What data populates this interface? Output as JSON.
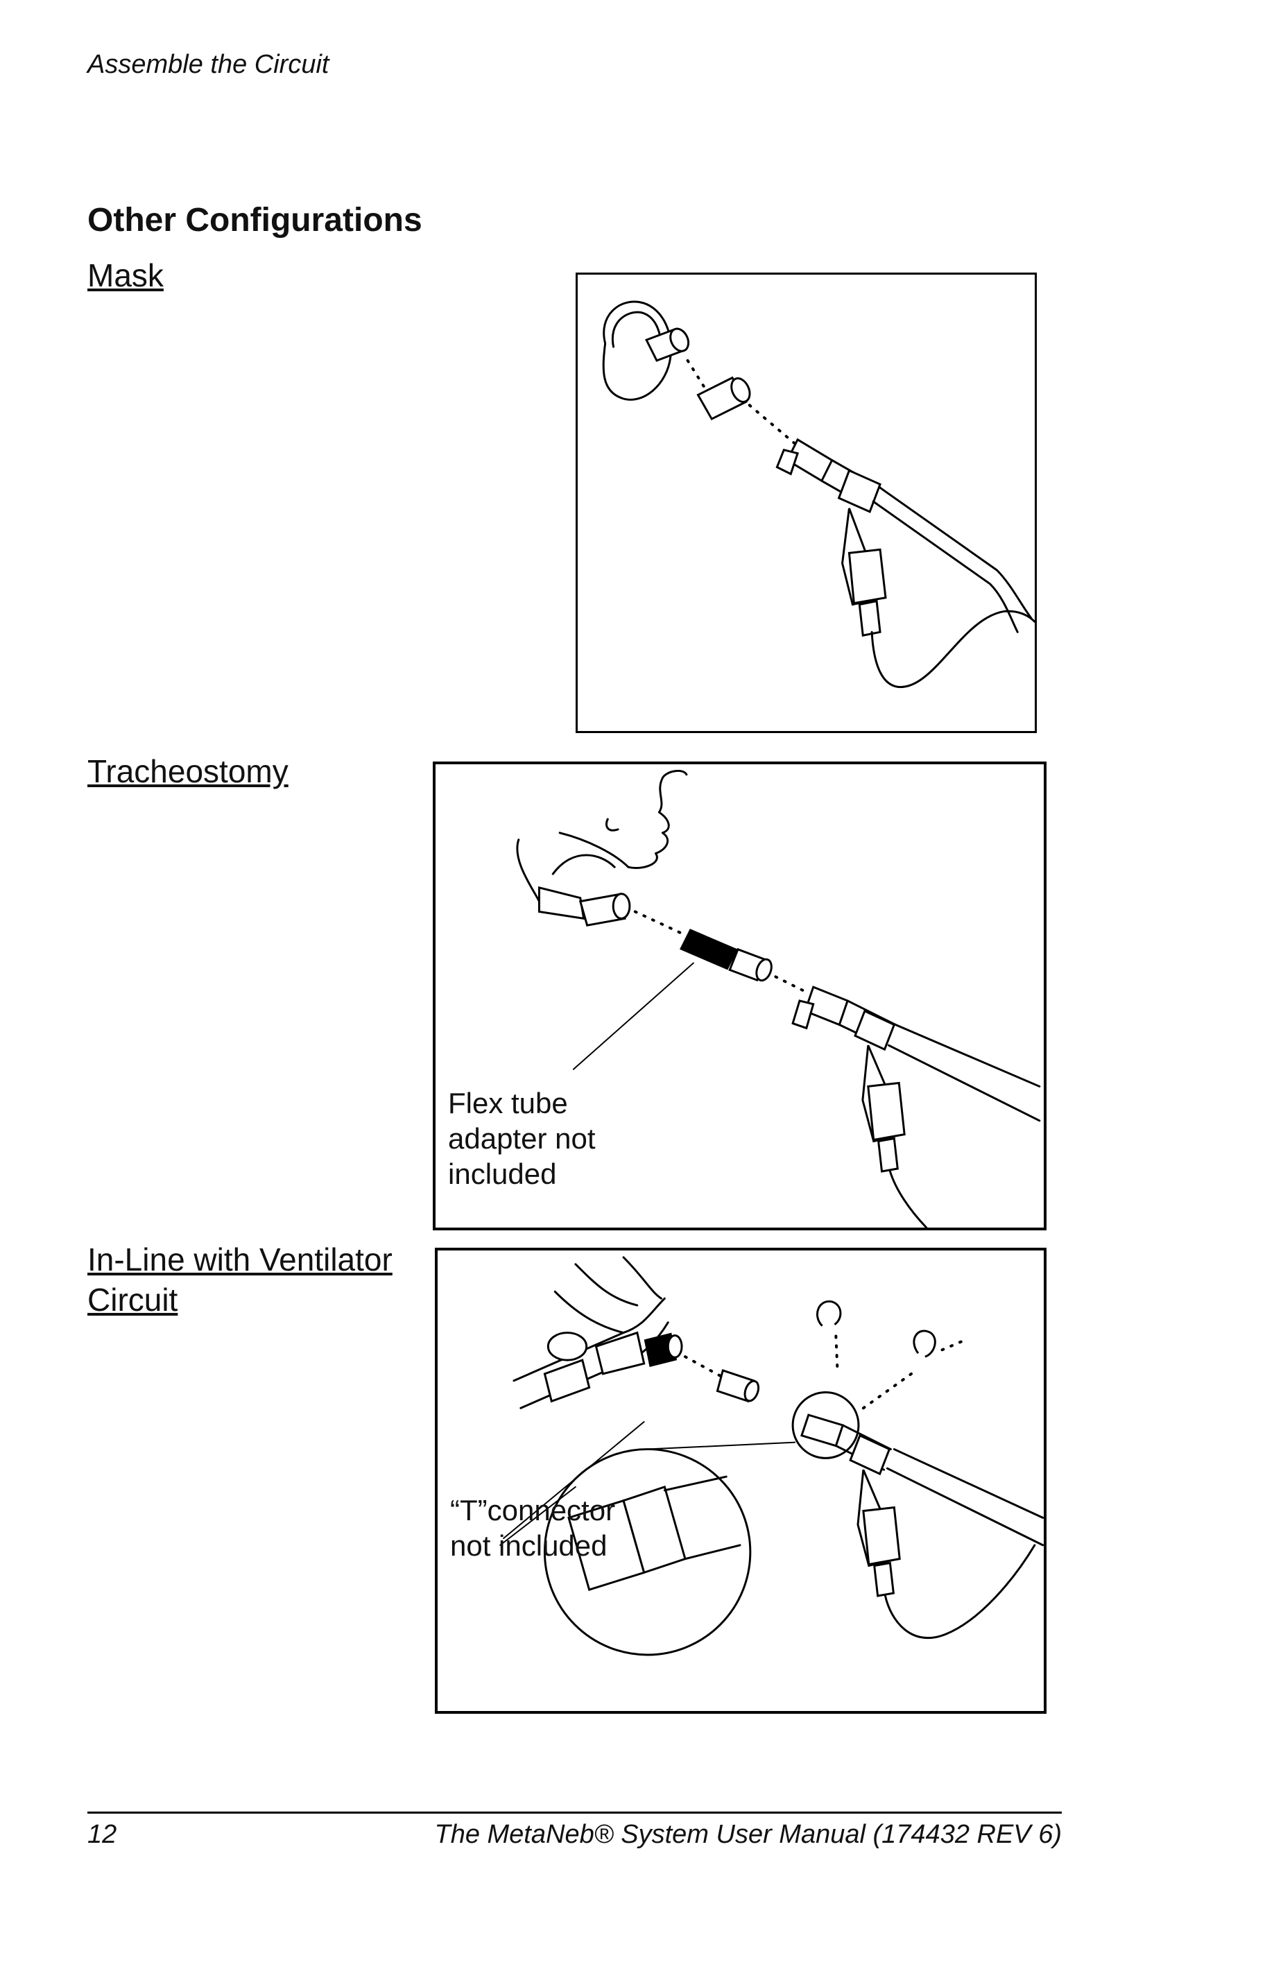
{
  "header": {
    "title": "Assemble the Circuit"
  },
  "section": {
    "heading": "Other Configurations"
  },
  "figures": {
    "mask": {
      "label": "Mask"
    },
    "tracheostomy": {
      "label": "Tracheostomy",
      "callout": "Flex tube adapter not included"
    },
    "inline": {
      "label": "In-Line with Ventilator Circuit",
      "callout": "“T”connector not included"
    }
  },
  "footer": {
    "page_number": "12",
    "document_title": "The MetaNeb® System User Manual (174432 REV 6)"
  }
}
